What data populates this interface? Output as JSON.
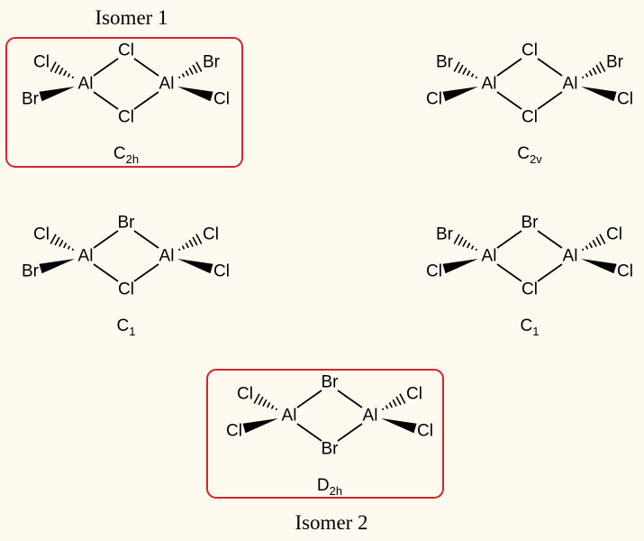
{
  "colors": {
    "background": "#fffaf0",
    "highlight_box": "#d4262b",
    "ink": "#000000"
  },
  "captions": {
    "isomer1": "Isomer 1",
    "isomer2": "Isomer 2"
  },
  "molecules": [
    {
      "id": "mol-c2h",
      "symmetry": {
        "main": "C",
        "sub": "2h"
      },
      "highlighted": true,
      "bridge_top": "Cl",
      "bridge_bottom": "Cl",
      "metal_left": "Al",
      "metal_right": "Al",
      "left_hashed": "Cl",
      "left_wedge": "Br",
      "right_hashed": "Br",
      "right_wedge": "Cl"
    },
    {
      "id": "mol-c2v",
      "symmetry": {
        "main": "C",
        "sub": "2v"
      },
      "highlighted": false,
      "bridge_top": "Cl",
      "bridge_bottom": "Cl",
      "metal_left": "Al",
      "metal_right": "Al",
      "left_hashed": "Br",
      "left_wedge": "Cl",
      "right_hashed": "Br",
      "right_wedge": "Cl"
    },
    {
      "id": "mol-c1-a",
      "symmetry": {
        "main": "C",
        "sub": "1"
      },
      "highlighted": false,
      "bridge_top": "Br",
      "bridge_bottom": "Cl",
      "metal_left": "Al",
      "metal_right": "Al",
      "left_hashed": "Cl",
      "left_wedge": "Br",
      "right_hashed": "Cl",
      "right_wedge": "Cl"
    },
    {
      "id": "mol-c1-b",
      "symmetry": {
        "main": "C",
        "sub": "1"
      },
      "highlighted": false,
      "bridge_top": "Br",
      "bridge_bottom": "Cl",
      "metal_left": "Al",
      "metal_right": "Al",
      "left_hashed": "Br",
      "left_wedge": "Cl",
      "right_hashed": "Cl",
      "right_wedge": "Cl"
    },
    {
      "id": "mol-d2h",
      "symmetry": {
        "main": "D",
        "sub": "2h"
      },
      "highlighted": true,
      "bridge_top": "Br",
      "bridge_bottom": "Br",
      "metal_left": "Al",
      "metal_right": "Al",
      "left_hashed": "Cl",
      "left_wedge": "Cl",
      "right_hashed": "Cl",
      "right_wedge": "Cl"
    }
  ]
}
